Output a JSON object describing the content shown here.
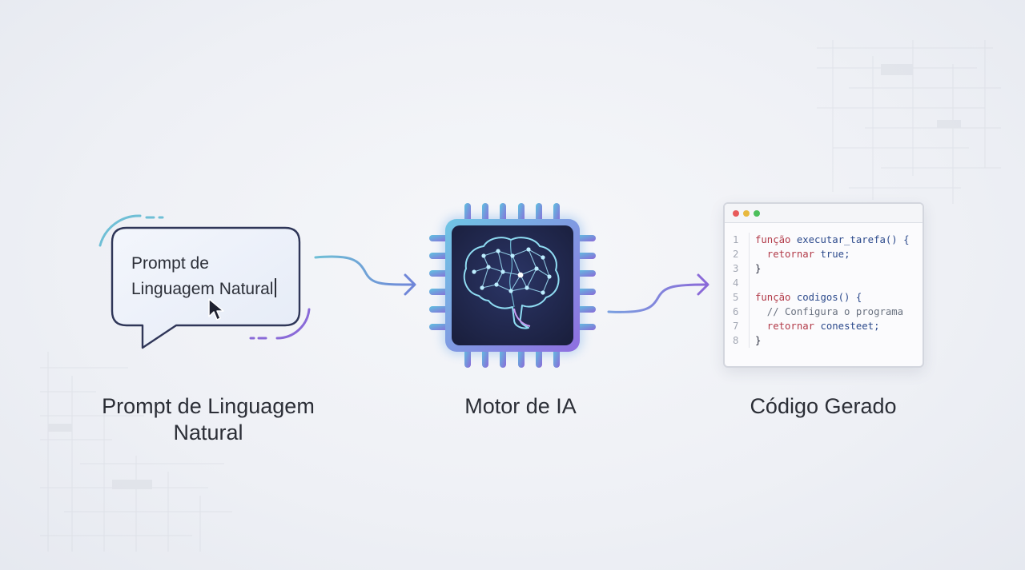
{
  "bubble": {
    "line1": "Prompt de",
    "line2": "Linguagem Natural"
  },
  "code": {
    "lines": [
      {
        "n": "1",
        "parts": [
          {
            "t": "função",
            "c": "kw"
          },
          {
            "t": " executar_tarefa() {",
            "c": "fn"
          }
        ]
      },
      {
        "n": "2",
        "parts": [
          {
            "t": "  retornar",
            "c": "kw"
          },
          {
            "t": " true;",
            "c": "fn"
          }
        ]
      },
      {
        "n": "3",
        "parts": [
          {
            "t": "}",
            "c": ""
          }
        ]
      },
      {
        "n": "4",
        "parts": [
          {
            "t": "",
            "c": ""
          }
        ]
      },
      {
        "n": "5",
        "parts": [
          {
            "t": "função",
            "c": "kw"
          },
          {
            "t": " codigos() {",
            "c": "fn"
          }
        ]
      },
      {
        "n": "6",
        "parts": [
          {
            "t": "  // Configura o programa",
            "c": "cm"
          }
        ]
      },
      {
        "n": "7",
        "parts": [
          {
            "t": "  retornar",
            "c": "kw"
          },
          {
            "t": " conesteet;",
            "c": "fn"
          }
        ]
      },
      {
        "n": "8",
        "parts": [
          {
            "t": "}",
            "c": ""
          }
        ]
      }
    ]
  },
  "captions": {
    "prompt_line1": "Prompt de Linguagem",
    "prompt_line2": "Natural",
    "motor": "Motor de IA",
    "codigo": "Código Gerado"
  },
  "colors": {
    "accent_teal": "#5fb8d0",
    "accent_purple": "#8a6ad8",
    "chip_dark": "#1f2446",
    "window_dots": [
      "#e85b5b",
      "#e8b93f",
      "#4cbf5b"
    ]
  },
  "icons": [
    "speech-bubble-icon",
    "mouse-pointer-icon",
    "ai-chip-brain-icon",
    "arrow-right-icon"
  ]
}
